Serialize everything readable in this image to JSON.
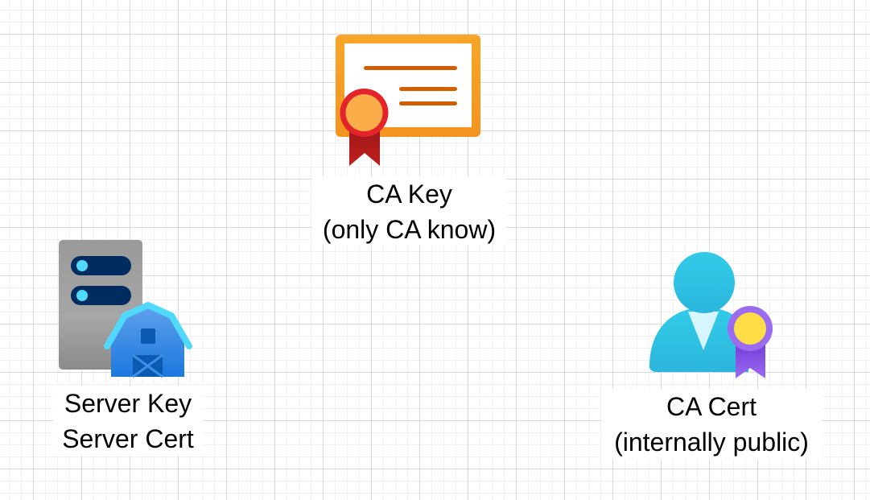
{
  "diagram": {
    "nodes": [
      {
        "id": "ca-key",
        "icon": "certificate-icon",
        "label_lines": [
          "CA Key",
          "(only CA know)"
        ]
      },
      {
        "id": "server",
        "icon": "server-icon",
        "label_lines": [
          "Server Key",
          "Server Cert"
        ]
      },
      {
        "id": "ca-cert",
        "icon": "user-certificate-icon",
        "label_lines": [
          "CA Cert",
          "(internally public)"
        ]
      }
    ],
    "colors": {
      "grid_major": "#d9d9d9",
      "grid_minor": "#f1f1f1",
      "certificate_frame": "#f7a21b",
      "certificate_lines": "#d15f00",
      "medal_ring_red": "#e3242b",
      "medal_center_orange": "#fbad4a",
      "ribbon_red": "#b31b1b",
      "server_gray": "#a0a0a0",
      "server_slot": "#002c5f",
      "server_led": "#50d9fb",
      "barn_roof": "#50d9fb",
      "barn_body": "#2d8ae8",
      "user_cyan": "#32cbe8",
      "user_collar": "#d7f5fd",
      "medal_ring_purple": "#9b6cf0",
      "medal_center_yellow": "#ffdd47",
      "ribbon_purple": "#7e45e5"
    }
  }
}
